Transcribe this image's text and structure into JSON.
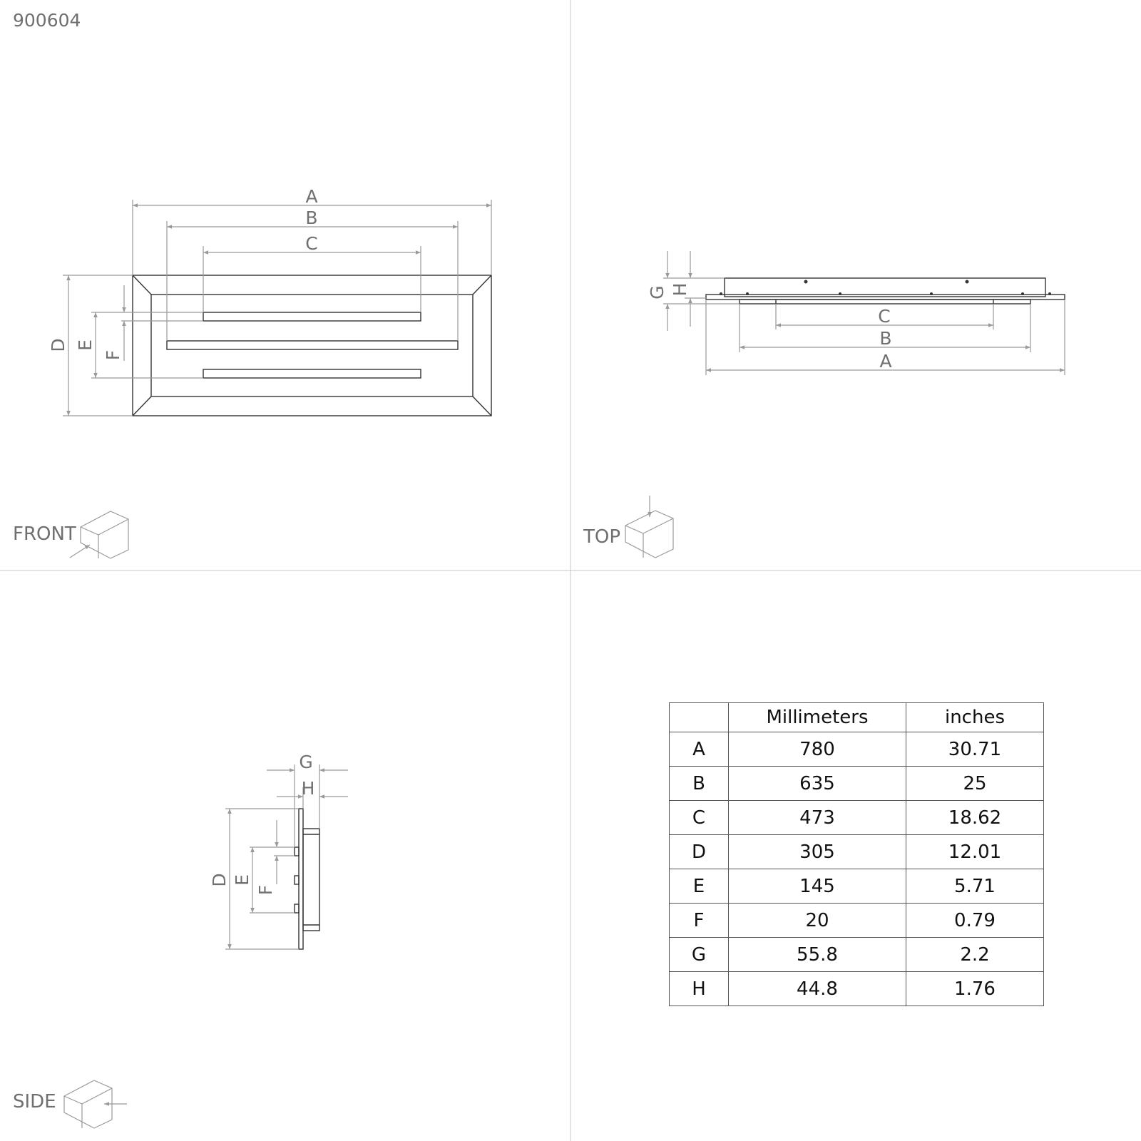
{
  "product_code": "900604",
  "views": {
    "front": "FRONT",
    "top": "TOP",
    "side": "SIDE"
  },
  "dimension_letters": [
    "A",
    "B",
    "C",
    "D",
    "E",
    "F",
    "G",
    "H"
  ],
  "table": {
    "headers": [
      "",
      "Millimeters",
      "inches"
    ],
    "rows": [
      {
        "key": "A",
        "mm": "780",
        "in": "30.71"
      },
      {
        "key": "B",
        "mm": "635",
        "in": "25"
      },
      {
        "key": "C",
        "mm": "473",
        "in": "18.62"
      },
      {
        "key": "D",
        "mm": "305",
        "in": "12.01"
      },
      {
        "key": "E",
        "mm": "145",
        "in": "5.71"
      },
      {
        "key": "F",
        "mm": "20",
        "in": "0.79"
      },
      {
        "key": "G",
        "mm": "55.8",
        "in": "2.2"
      },
      {
        "key": "H",
        "mm": "44.8",
        "in": "1.76"
      }
    ]
  }
}
